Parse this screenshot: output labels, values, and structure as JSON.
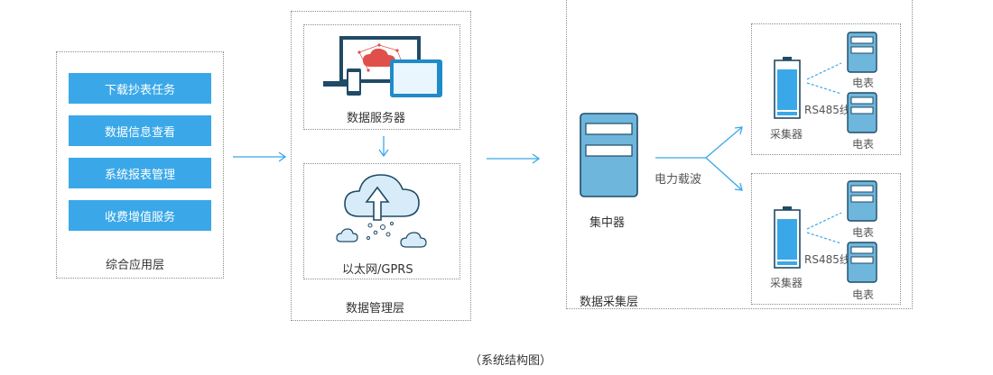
{
  "app_layer": {
    "title": "综合应用层",
    "tasks": [
      "下载抄表任务",
      "数据信息查看",
      "系统报表管理",
      "收费增值服务"
    ]
  },
  "mgmt_layer": {
    "title": "数据管理层",
    "server_label": "数据服务器",
    "network_label": "以太网/GPRS"
  },
  "collect_layer": {
    "title": "数据采集层",
    "concentrator_label": "集中器",
    "carrier_label": "电力载波",
    "groups": [
      {
        "collector_label": "采集器",
        "rs485_label": "RS485线",
        "meters": [
          "电表",
          "电表"
        ]
      },
      {
        "collector_label": "采集器",
        "rs485_label": "RS485线",
        "meters": [
          "电表",
          "电表"
        ]
      }
    ]
  },
  "caption": "（系统结构图）",
  "colors": {
    "accent": "#3aa8e8",
    "line": "#3aa8e8",
    "dark": "#1f4b66",
    "cloud_red": "#e0504a"
  }
}
